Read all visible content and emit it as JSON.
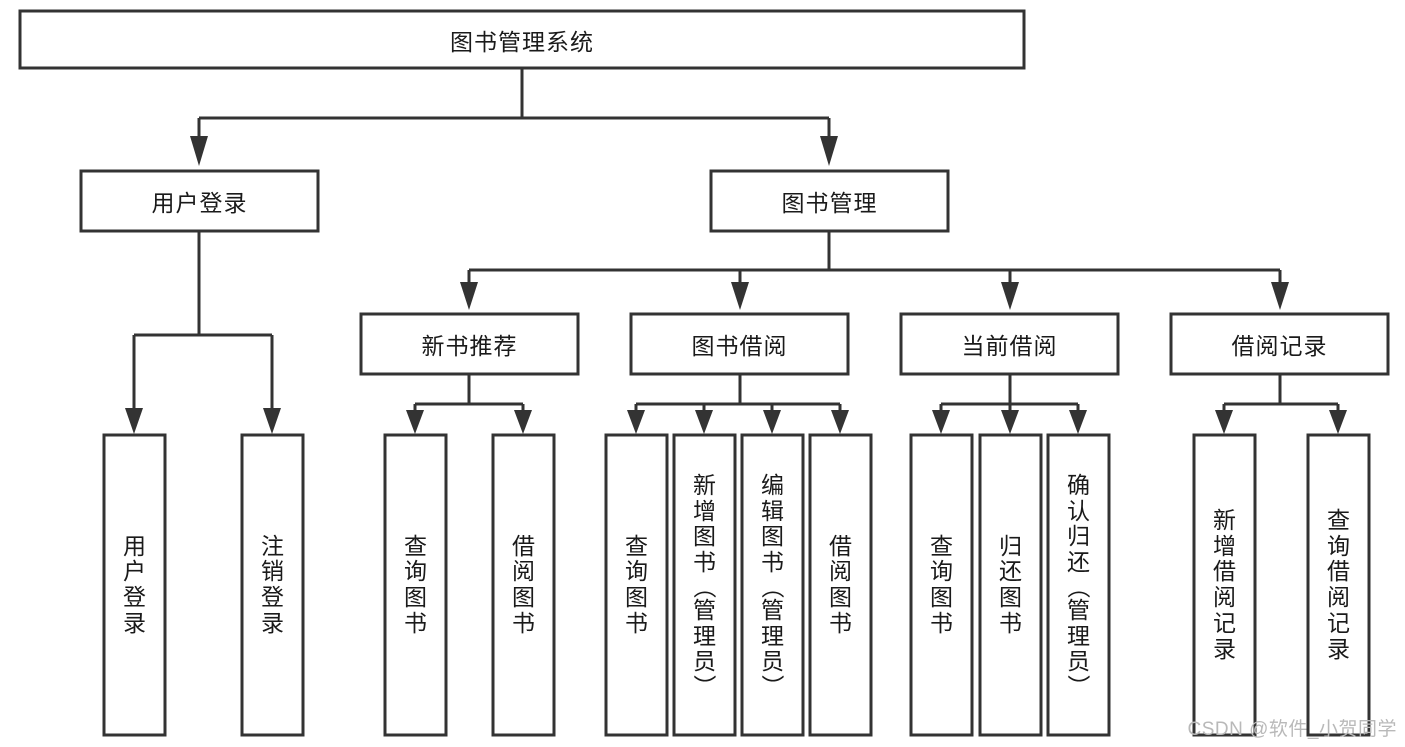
{
  "diagram": {
    "type": "tree",
    "title": "图书管理系统",
    "watermark": "CSDN @软件_小贺同学",
    "colors": {
      "stroke": "#333333",
      "box_fill": "#ffffff",
      "text": "#1a1a1a",
      "watermark": "#b9b9b9",
      "background": "#ffffff"
    },
    "levels": [
      {
        "level": 1,
        "nodes": [
          {
            "id": "root",
            "label": "图书管理系统",
            "orientation": "horizontal"
          }
        ]
      },
      {
        "level": 2,
        "nodes": [
          {
            "id": "login",
            "label": "用户登录",
            "orientation": "horizontal",
            "parent": "root"
          },
          {
            "id": "bookmgmt",
            "label": "图书管理",
            "orientation": "horizontal",
            "parent": "root"
          }
        ]
      },
      {
        "level": 3,
        "nodes": [
          {
            "id": "newbook",
            "label": "新书推荐",
            "orientation": "horizontal",
            "parent": "bookmgmt"
          },
          {
            "id": "borrow",
            "label": "图书借阅",
            "orientation": "horizontal",
            "parent": "bookmgmt"
          },
          {
            "id": "current",
            "label": "当前借阅",
            "orientation": "horizontal",
            "parent": "bookmgmt"
          },
          {
            "id": "records",
            "label": "借阅记录",
            "orientation": "horizontal",
            "parent": "bookmgmt"
          }
        ]
      },
      {
        "level": 4,
        "nodes": [
          {
            "id": "leaf-user-login",
            "label": "用户登录",
            "orientation": "vertical",
            "parent": "login"
          },
          {
            "id": "leaf-user-logout",
            "label": "注销登录",
            "orientation": "vertical",
            "parent": "login"
          },
          {
            "id": "leaf-query-book-1",
            "label": "查询图书",
            "orientation": "vertical",
            "parent": "newbook"
          },
          {
            "id": "leaf-borrow-book-1",
            "label": "借阅图书",
            "orientation": "vertical",
            "parent": "newbook"
          },
          {
            "id": "leaf-query-book-2",
            "label": "查询图书",
            "orientation": "vertical",
            "parent": "borrow"
          },
          {
            "id": "leaf-add-book",
            "label": "新增图书（管理员）",
            "orientation": "vertical",
            "parent": "borrow"
          },
          {
            "id": "leaf-edit-book",
            "label": "编辑图书（管理员）",
            "orientation": "vertical",
            "parent": "borrow"
          },
          {
            "id": "leaf-borrow-book-2",
            "label": "借阅图书",
            "orientation": "vertical",
            "parent": "borrow"
          },
          {
            "id": "leaf-query-book-3",
            "label": "查询图书",
            "orientation": "vertical",
            "parent": "current"
          },
          {
            "id": "leaf-return-book",
            "label": "归还图书",
            "orientation": "vertical",
            "parent": "current"
          },
          {
            "id": "leaf-confirm-return",
            "label": "确认归还（管理员）",
            "orientation": "vertical",
            "parent": "current"
          },
          {
            "id": "leaf-add-record",
            "label": "新增借阅记录",
            "orientation": "vertical",
            "parent": "records"
          },
          {
            "id": "leaf-query-record",
            "label": "查询借阅记录",
            "orientation": "vertical",
            "parent": "records"
          }
        ]
      }
    ]
  }
}
